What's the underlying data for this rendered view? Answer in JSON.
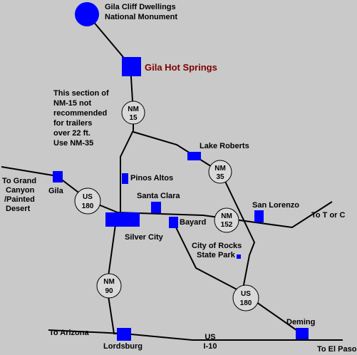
{
  "map": {
    "places": {
      "gila_cliff": [
        "Gila Cliff Dwellings",
        "National Monument"
      ],
      "gila_hot_springs": "Gila Hot Springs",
      "lake_roberts": "Lake Roberts",
      "pinos_altos": "Pinos Altos",
      "gila": "Gila",
      "santa_clara": "Santa Clara",
      "bayard": "Bayard",
      "silver_city": "Silver City",
      "san_lorenzo": "San Lorenzo",
      "city_of_rocks": [
        "City of Rocks",
        "State Park"
      ],
      "deming": "Deming",
      "lordsburg": "Lordsburg"
    },
    "note": [
      "This section of",
      "NM-15 not",
      "recommended",
      "for trailers",
      "over 22 ft.",
      "Use NM-35"
    ],
    "directions": {
      "grand_canyon": [
        "To Grand",
        "Canyon",
        "/Painted",
        "Desert"
      ],
      "t_or_c": "To T or C",
      "arizona": "To Arizona",
      "el_paso": "To El Paso"
    },
    "shields": {
      "nm15": [
        "NM",
        "15"
      ],
      "nm35": [
        "NM",
        "35"
      ],
      "us180_west": [
        "US",
        "180"
      ],
      "nm152": [
        "NM",
        "152"
      ],
      "nm90": [
        "NM",
        "90"
      ],
      "us180_south": [
        "US",
        "180"
      ],
      "i10": [
        "US",
        "I-10"
      ]
    },
    "colors": {
      "background": "#c9c9c9",
      "town_marker": "#0000ff",
      "hot_springs_label": "#800000",
      "shield_fill": "#d9d9d9"
    }
  }
}
